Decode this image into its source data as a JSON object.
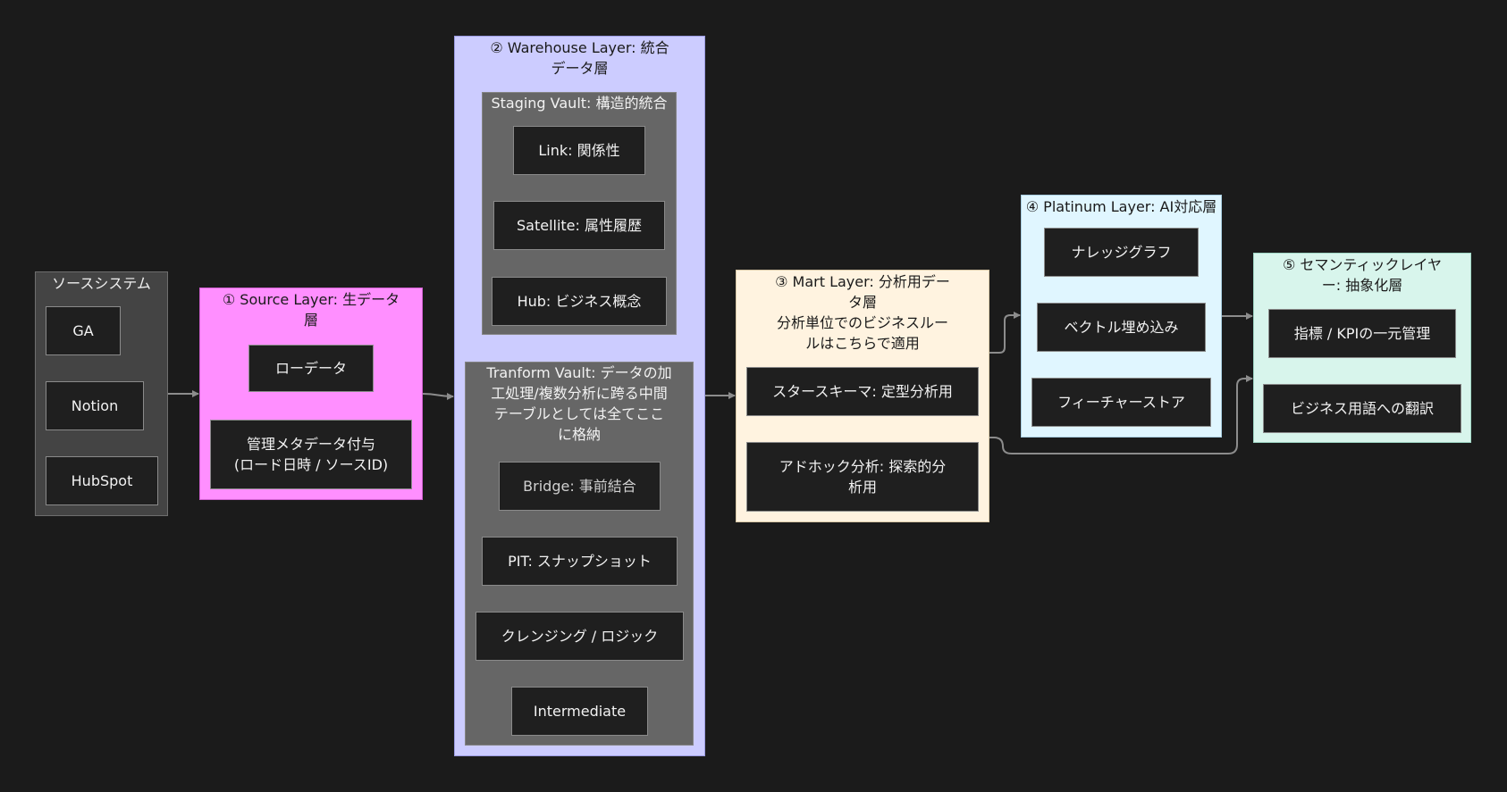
{
  "sources": {
    "title": "ソースシステム",
    "nodes": [
      "GA",
      "Notion",
      "HubSpot"
    ]
  },
  "source_layer": {
    "title": "① Source Layer: 生データ\n層",
    "nodes": [
      "ローデータ",
      "管理メタデータ付与\n(ロード日時 / ソースID)"
    ]
  },
  "warehouse": {
    "title": "② Warehouse Layer: 統合\nデータ層",
    "staging": {
      "title": "Staging Vault: 構造的統合",
      "nodes": [
        "Link: 関係性",
        "Satellite: 属性履歴",
        "Hub: ビジネス概念"
      ]
    },
    "transform": {
      "title": "Tranform Vault: データの加\n工処理/複数分析に跨る中間\nテーブルとしては全てここ\nに格納",
      "nodes": [
        "Bridge: 事前結合",
        "PIT: スナップショット",
        "クレンジング / ロジック",
        "Intermediate"
      ]
    }
  },
  "mart": {
    "title": "③ Mart Layer: 分析用デー\nタ層\n分析単位でのビジネスルー\nルはこちらで適用",
    "nodes": [
      "スタースキーマ: 定型分析用",
      "アドホック分析: 探索的分\n析用"
    ]
  },
  "platinum": {
    "title": "④ Platinum Layer: AI対応層",
    "nodes": [
      "ナレッジグラフ",
      "ベクトル埋め込み",
      "フィーチャーストア"
    ]
  },
  "semantic": {
    "title": "⑤ セマンティックレイヤ\nー: 抽象化層",
    "nodes": [
      "指標 / KPIの一元管理",
      "ビジネス用語への翻訳"
    ]
  },
  "colors": {
    "background": "#1b1b1b",
    "sources_fill": "#444444",
    "source_layer_fill": "#ff8fff",
    "warehouse_fill": "#ccccff",
    "vault_fill": "#666666",
    "mart_fill": "#fff3e0",
    "platinum_fill": "#e0f6ff",
    "semantic_fill": "#d8f5ec",
    "node_fill": "#1f1f1f",
    "edge": "#8c8c8c"
  }
}
